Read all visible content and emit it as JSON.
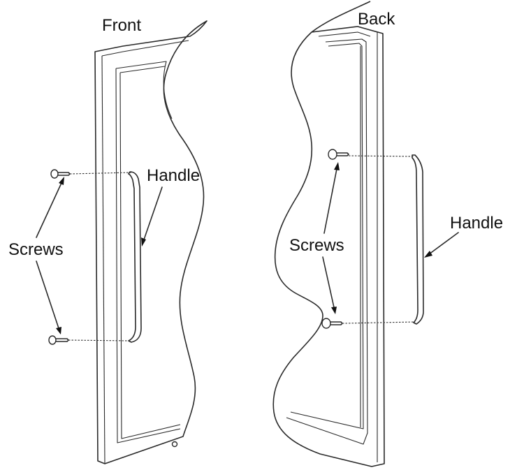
{
  "front": {
    "title": "Front",
    "handle_label": "Handle",
    "screws_label": "Screws"
  },
  "back": {
    "title": "Back",
    "handle_label": "Handle",
    "screws_label": "Screws"
  }
}
